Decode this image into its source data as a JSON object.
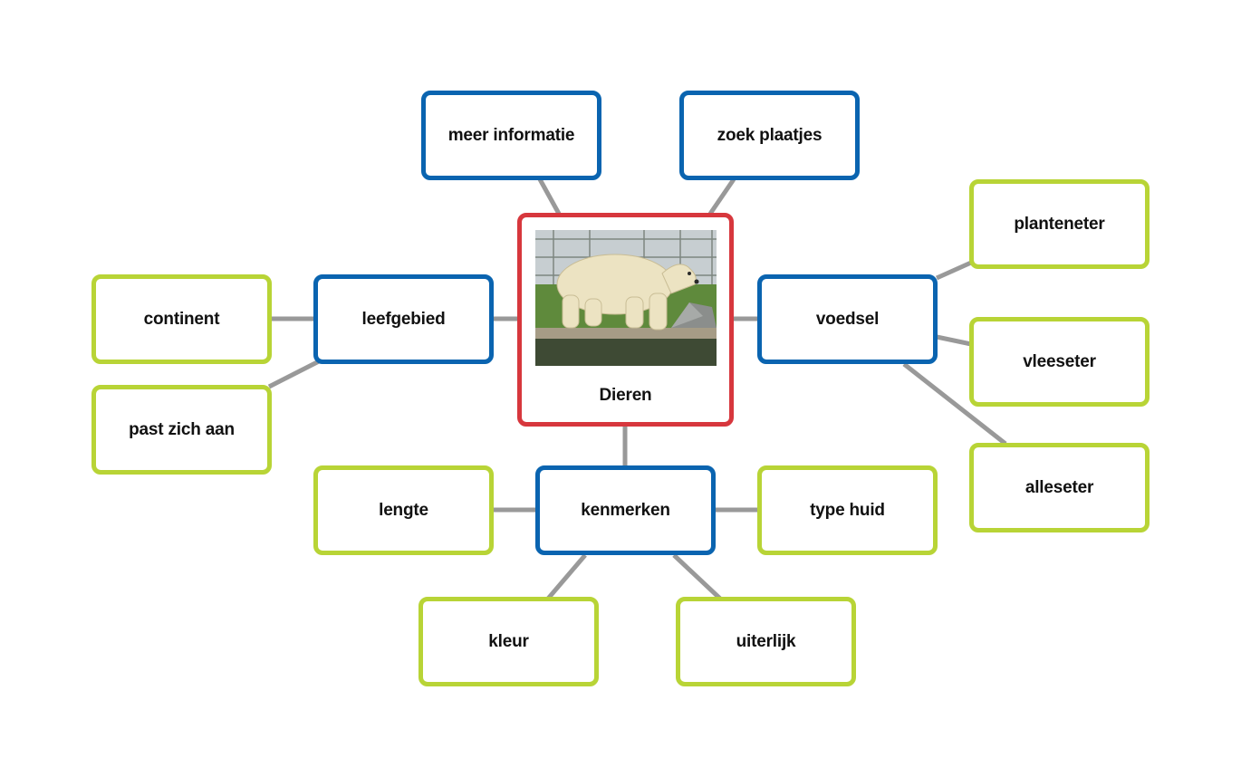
{
  "center": {
    "label": "Dieren",
    "image": "polar-bear-photo"
  },
  "primary": {
    "meer_informatie": "meer informatie",
    "zoek_plaatjes": "zoek plaatjes",
    "leefgebied": "leefgebied",
    "voedsel": "voedsel",
    "kenmerken": "kenmerken"
  },
  "secondary": {
    "continent": "continent",
    "past_zich_aan": "past zich aan",
    "planteneter": "planteneter",
    "vleeseter": "vleeseter",
    "alleseter": "alleseter",
    "lengte": "lengte",
    "type_huid": "type huid",
    "kleur": "kleur",
    "uiterlijk": "uiterlijk"
  },
  "colors": {
    "center_border": "#d7373d",
    "primary_border": "#0a64b0",
    "secondary_border": "#b8d436",
    "connector": "#999999"
  }
}
